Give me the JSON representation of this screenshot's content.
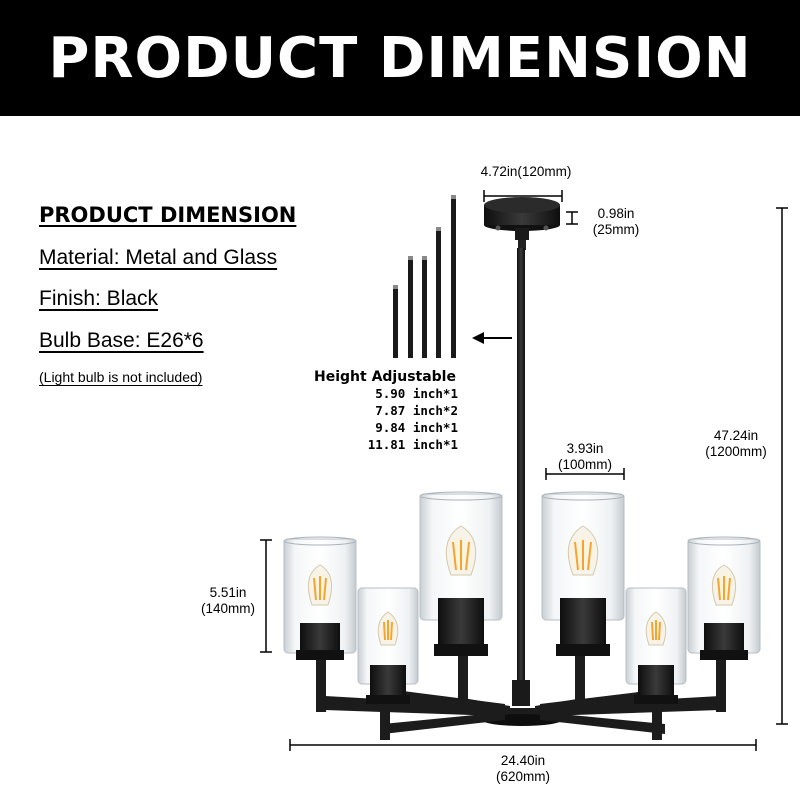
{
  "banner": {
    "title": "PRODUCT DIMENSION"
  },
  "specs": {
    "heading": "PRODUCT DIMENSION",
    "material": "Material: Metal and Glass",
    "finish": "Finish: Black",
    "bulb_base": "Bulb Base:  E26*6",
    "note": "(Light bulb is not included)"
  },
  "height_adjustable": {
    "title": "Height Adjustable",
    "items": [
      "5.90 inch*1",
      "7.87 inch*2",
      "9.84 inch*1",
      "11.81 inch*1"
    ]
  },
  "dimensions": {
    "canopy_width_in": "4.72in(120mm)",
    "canopy_height_in": "0.98in",
    "canopy_height_mm": "(25mm)",
    "total_height_in": "47.24in",
    "total_height_mm": "(1200mm)",
    "shade_width_in": "3.93in",
    "shade_width_mm": "(100mm)",
    "shade_height_in": "5.51in",
    "shade_height_mm": "(140mm)",
    "total_width_in": "24.40in",
    "total_width_mm": "(620mm)"
  },
  "colors": {
    "banner": "#000000",
    "fixture": "#1c1c1c",
    "glass": "#dfe4e8",
    "filament": "#f2a533"
  }
}
